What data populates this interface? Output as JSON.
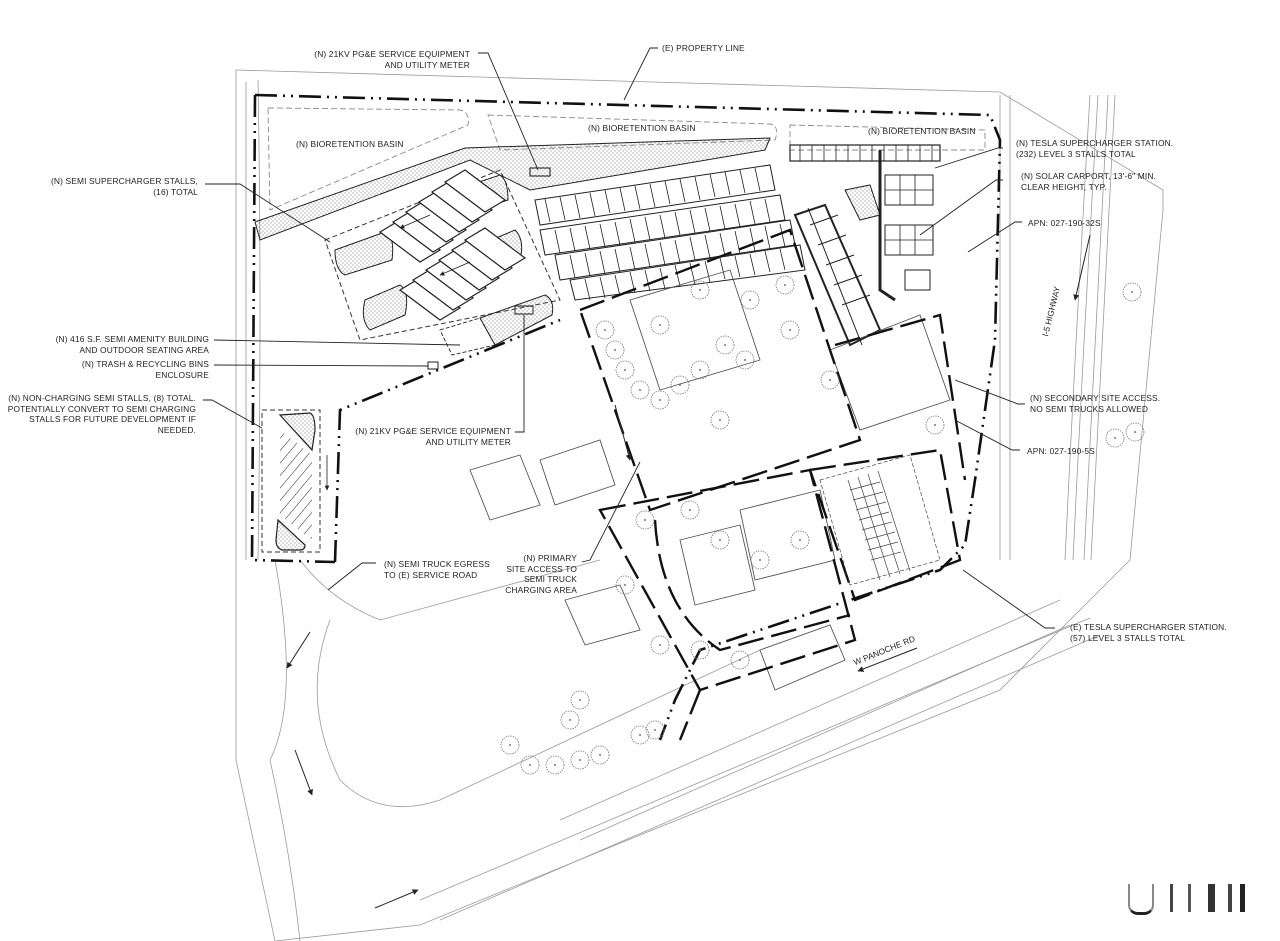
{
  "drawing": {
    "type": "site plan",
    "line_color": "#1a1a1a",
    "thin_line_color": "#8a8a8a",
    "hatch_color": "#555555",
    "background": "#ffffff"
  },
  "labels": {
    "pge_top": [
      "(N) 21KV PG&E SERVICE EQUIPMENT",
      "AND UTILITY METER"
    ],
    "property_line": [
      "(E) PROPERTY LINE"
    ],
    "bioretention_left": [
      "(N) BIORETENTION BASIN"
    ],
    "bioretention_center": [
      "(N) BIORETENTION BASIN"
    ],
    "bioretention_right": [
      "(N) BIORETENTION BASIN"
    ],
    "semi_supercharger": [
      "(N) SEMI SUPERCHARGER STALLS,",
      "(16) TOTAL"
    ],
    "tesla_supercharger_new": [
      "(N) TESLA SUPERCHARGER STATION.",
      "(232) LEVEL 3 STALLS TOTAL"
    ],
    "solar_carport": [
      "(N) SOLAR CARPORT, 13'-6\" MIN.",
      "CLEAR HEIGHT, TYP."
    ],
    "apn_32s": [
      "APN: 027-190-32S"
    ],
    "amenity_building": [
      "(N) 416 S.F. SEMI AMENITY BUILDING",
      "AND OUTDOOR SEATING AREA"
    ],
    "trash_bins": [
      "(N) TRASH & RECYCLING BINS",
      "ENCLOSURE"
    ],
    "non_charging": [
      "(N) NON-CHARGING SEMI STALLS, (8) TOTAL.",
      "POTENTIALLY CONVERT TO SEMI CHARGING",
      "STALLS FOR FUTURE DEVELOPMENT IF",
      "NEEDED."
    ],
    "pge_bottom": [
      "(N) 21KV PG&E SERVICE EQUIPMENT",
      "AND UTILITY METER"
    ],
    "secondary_access": [
      "(N) SECONDARY SITE ACCESS.",
      "NO SEMI TRUCKS ALLOWED"
    ],
    "apn_5s": [
      "APN: 027-190-5S"
    ],
    "semi_egress": [
      "(N) SEMI TRUCK EGRESS",
      "TO (E) SERVICE ROAD"
    ],
    "primary_access": [
      "(N) PRIMARY",
      "SITE ACCESS TO",
      "SEMI TRUCK",
      "CHARGING AREA"
    ],
    "tesla_supercharger_existing": [
      "(E) TESLA SUPERCHARGER STATION.",
      "(57) LEVEL 3 STALLS TOTAL"
    ]
  },
  "roads": {
    "panoche": "W PANOCHE RD",
    "highway": "I-5 HIGHWAY"
  },
  "counts": {
    "semi_supercharger_stalls": 16,
    "non_charging_semi_stalls": 8,
    "new_tesla_level3_stalls": 232,
    "existing_tesla_level3_stalls": 57,
    "amenity_building_sf": 416,
    "service_kv": 21,
    "carport_clear_height": "13'-6\""
  }
}
